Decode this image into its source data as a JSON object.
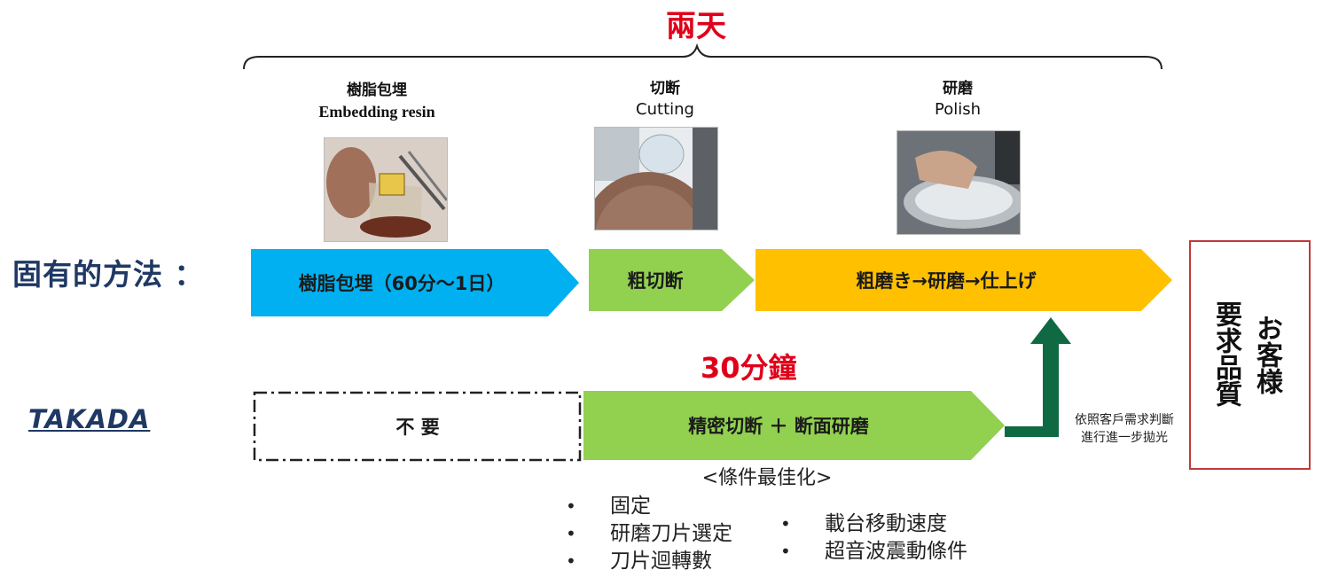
{
  "top_duration": "兩天",
  "steps": [
    {
      "title_jp": "樹脂包埋",
      "title_en": "Embedding resin"
    },
    {
      "title_jp": "切断",
      "title_en": "Cutting"
    },
    {
      "title_jp": "研磨",
      "title_en": "Polish"
    }
  ],
  "conventional": {
    "label": "固有的方法 ：",
    "arrows": [
      "樹脂包埋（60分～1日）",
      "粗切断",
      "粗磨き→研磨→仕上げ"
    ]
  },
  "takada": {
    "label": "TAKADA",
    "not_needed": "不 要",
    "duration": "30分鐘",
    "process": "精密切断 ＋ 断面研磨",
    "note_line1": "依照客戶需求判斷",
    "note_line2": "進行進一步拋光"
  },
  "conditions": {
    "title": "<條件最佳化>",
    "left_items": [
      "固定",
      "研磨刀片選定",
      "刀片迴轉數"
    ],
    "right_items": [
      "載台移動速度",
      "超音波震動條件"
    ],
    "bullet": "•"
  },
  "customer_box": {
    "col1": "お客様",
    "col2": "要求品質"
  },
  "colors": {
    "blue": "#00b0f0",
    "green": "#92d050",
    "orange": "#ffc000",
    "dark_green": "#0f6a43",
    "red": "#e0001a",
    "navy": "#1f3864"
  }
}
